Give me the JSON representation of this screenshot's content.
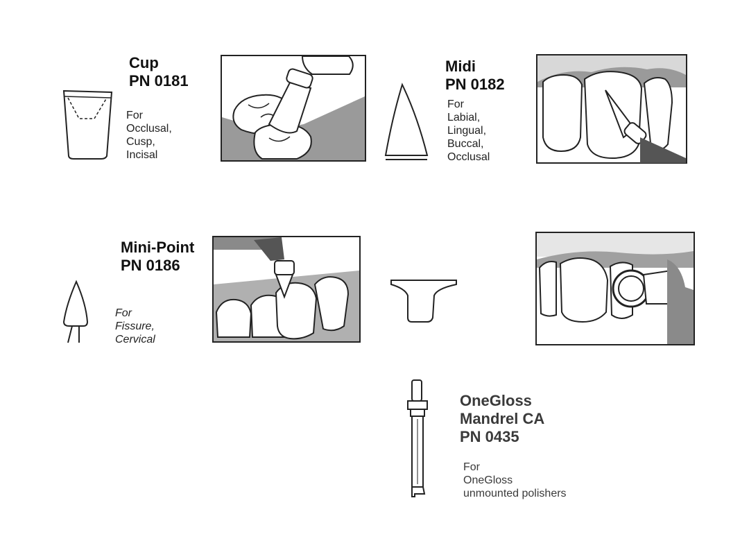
{
  "products": {
    "cup": {
      "title_line1": "Cup",
      "title_line2": "PN 0181",
      "for_label": "For",
      "uses": [
        "Occlusal,",
        "Cusp,",
        "Incisal"
      ]
    },
    "midi": {
      "title_line1": "Midi",
      "title_line2": "PN 0182",
      "for_label": "For",
      "uses": [
        "Labial,",
        "Lingual,",
        "Buccal,",
        "Occlusal"
      ]
    },
    "mini_point": {
      "title_line1": "Mini-Point",
      "title_line2": "PN 0186",
      "for_label": "For",
      "uses": [
        "Fissure,",
        "Cervical"
      ]
    },
    "mandrel": {
      "title_line1": "OneGloss",
      "title_line2": "Mandrel CA",
      "title_line3": "PN 0435",
      "for_label": "For",
      "uses": [
        "OneGloss",
        "unmounted polishers"
      ]
    }
  }
}
